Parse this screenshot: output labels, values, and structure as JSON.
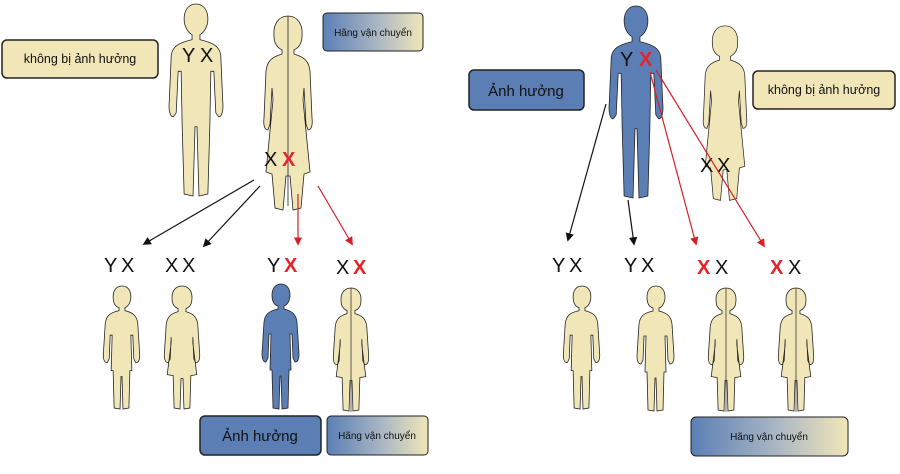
{
  "colors": {
    "unaffected": "#f1e6b8",
    "affected": "#5b7fb5",
    "outline": "#222222",
    "affected_x": "#e3242b",
    "arrow_black": "#111111",
    "arrow_red": "#d61f26"
  },
  "left_panel": {
    "labels": {
      "father_status": "không bị ảnh hưởng",
      "mother_status": "Hãng vận chuyển"
    },
    "father": {
      "gene_a": "Y",
      "gene_b": "X"
    },
    "mother": {
      "gene_a": "X",
      "gene_b": "X"
    },
    "children": [
      {
        "gene_a": "Y",
        "gene_b": "X",
        "gene_b_affected": false,
        "status": "unaffected"
      },
      {
        "gene_a": "X",
        "gene_b": "X",
        "gene_b_affected": false,
        "status": "unaffected"
      },
      {
        "gene_a": "Y",
        "gene_b": "X",
        "gene_b_affected": true,
        "status": "affected"
      },
      {
        "gene_a": "X",
        "gene_b": "X",
        "gene_b_affected": true,
        "status": "carrier"
      }
    ],
    "legend": {
      "affected_label": "Ảnh hưởng",
      "carrier_label": "Hãng vận chuyển"
    }
  },
  "right_panel": {
    "labels": {
      "father_status": "Ảnh hưởng",
      "mother_status": "không bị ảnh hưởng"
    },
    "father": {
      "gene_a": "Y",
      "gene_b": "X"
    },
    "mother": {
      "gene_a": "X",
      "gene_b": "X"
    },
    "children": [
      {
        "gene_a": "Y",
        "gene_b": "X",
        "status": "unaffected"
      },
      {
        "gene_a": "Y",
        "gene_b": "X",
        "status": "unaffected"
      },
      {
        "gene_a": "X",
        "gene_b": "X",
        "status": "carrier"
      },
      {
        "gene_a": "X",
        "gene_b": "X",
        "status": "carrier"
      }
    ],
    "legend": {
      "carrier_label": "Hãng vận chuyển"
    }
  }
}
